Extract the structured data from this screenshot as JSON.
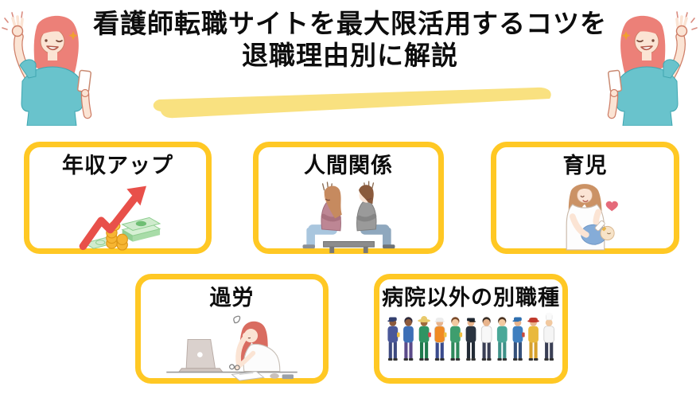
{
  "title": {
    "line1": "看護師転職サイトを最大限活用するコツを",
    "line2": "退職理由別に解説"
  },
  "cards": [
    {
      "id": "salary-up",
      "label": "年収アップ",
      "icon": "rising-arrow-money-icon"
    },
    {
      "id": "relationships",
      "label": "人間関係",
      "icon": "back-to-back-couple-icon"
    },
    {
      "id": "childcare",
      "label": "育児",
      "icon": "mother-feeding-baby-icon"
    },
    {
      "id": "overwork",
      "label": "過労",
      "icon": "tired-nurse-laptop-icon"
    },
    {
      "id": "other-professions",
      "label": "病院以外の別職種",
      "icon": "professions-lineup-icon",
      "professions": [
        {
          "name": "painter",
          "skin": "#8C5A3C",
          "shirt": "#4A5899",
          "pants": "#3D4A80",
          "hat": "cap",
          "hatColor": "#333F6E",
          "accent": "#F0C040"
        },
        {
          "name": "teacher",
          "skin": "#8C5A3C",
          "shirt": "#3D6FB6",
          "pants": "#5B4A8A",
          "hat": "hair",
          "hatColor": "#2E2A3A"
        },
        {
          "name": "farmer",
          "skin": "#A06A3C",
          "shirt": "#2F9463",
          "pants": "#1F7A4D",
          "hat": "straw",
          "hatColor": "#E8C96B",
          "accent": "#E04545"
        },
        {
          "name": "construction-worker",
          "skin": "#E8B48C",
          "shirt": "#F08A24",
          "pants": "#3A4B8C",
          "hat": "helmet",
          "hatColor": "#ECECEC",
          "accent": "#F0C040"
        },
        {
          "name": "paramedic",
          "skin": "#F2C9A0",
          "shirt": "#3E9E6E",
          "pants": "#2F8A5C",
          "hat": "hair",
          "hatColor": "#7A4A2A",
          "accent": "#F0C040"
        },
        {
          "name": "police-officer",
          "skin": "#E8B48C",
          "shirt": "#2A3440",
          "pants": "#222B36",
          "hat": "police",
          "hatColor": "#1E2630"
        },
        {
          "name": "doctor",
          "skin": "#E8B48C",
          "shirt": "#F8F8F8",
          "pants": "#3A3F55",
          "hat": "hair",
          "hatColor": "#3A2E26"
        },
        {
          "name": "nurse",
          "skin": "#F2C9A0",
          "shirt": "#4AA898",
          "pants": "#3E9188",
          "hat": "hair",
          "hatColor": "#4A3220"
        },
        {
          "name": "mechanic",
          "skin": "#E8B48C",
          "shirt": "#3F7FBF",
          "pants": "#35507A",
          "hat": "cap",
          "hatColor": "#2F6FAF",
          "accent": "#C94A3C"
        },
        {
          "name": "firefighter",
          "skin": "#E8B48C",
          "shirt": "#E9B93C",
          "pants": "#D7A12C",
          "hat": "fire",
          "hatColor": "#C0392B"
        },
        {
          "name": "chef",
          "skin": "#F2C9A0",
          "shirt": "#F5F5F5",
          "pants": "#3A3F55",
          "hat": "chef",
          "hatColor": "#FAFAFA"
        }
      ]
    }
  ],
  "decorations": {
    "left_figure": "woman-ok-sign-holding-phone",
    "right_figure": "woman-ok-sign-holding-phone-mirrored",
    "underline": "yellow-marker-stroke"
  },
  "colors": {
    "card_border": "#FFC824",
    "marker_highlight": "#F9E180",
    "title_text": "#0D0D0D",
    "background": "#FFFFFF",
    "shirt_teal": "#69C3CC",
    "hair_red": "#EC8078",
    "arrow_red": "#E8504A",
    "money_green": "#BFE6BD",
    "coin_gold": "#F6B532"
  }
}
